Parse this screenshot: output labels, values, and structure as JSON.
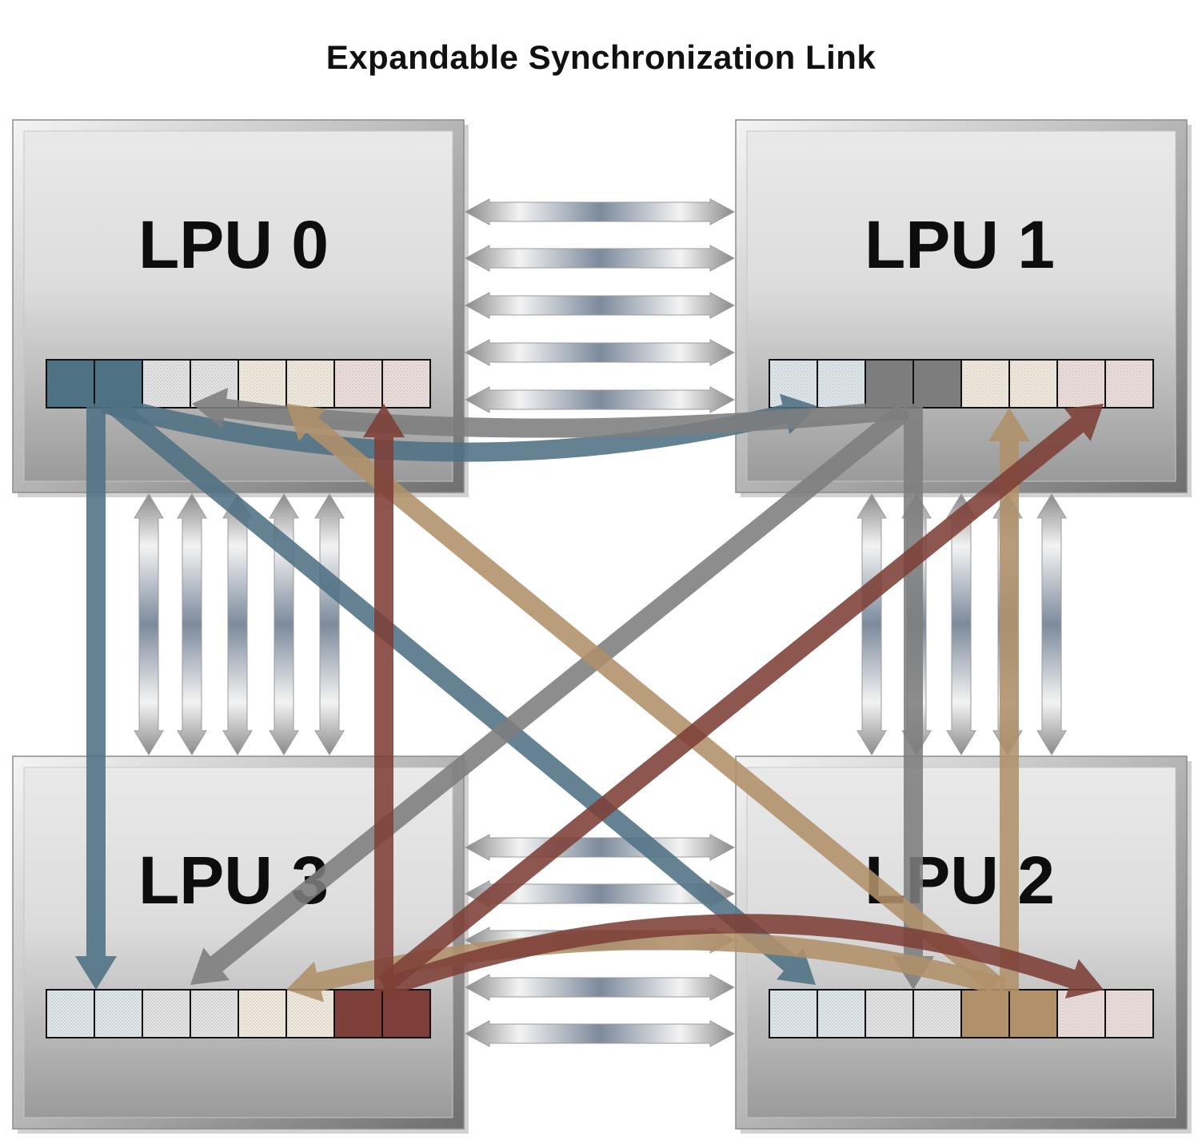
{
  "title": "Expandable Synchronization Link",
  "colors": {
    "blue": "#4e7183",
    "gray": "#7d7d7d",
    "tan": "#b0916a",
    "red": "#7d3f37"
  },
  "lpus": [
    {
      "id": "lpu0",
      "label": "LPU 0",
      "owner": "blue"
    },
    {
      "id": "lpu1",
      "label": "LPU 1",
      "owner": "gray"
    },
    {
      "id": "lpu2",
      "label": "LPU 2",
      "owner": "tan"
    },
    {
      "id": "lpu3",
      "label": "LPU 3",
      "owner": "red"
    }
  ]
}
